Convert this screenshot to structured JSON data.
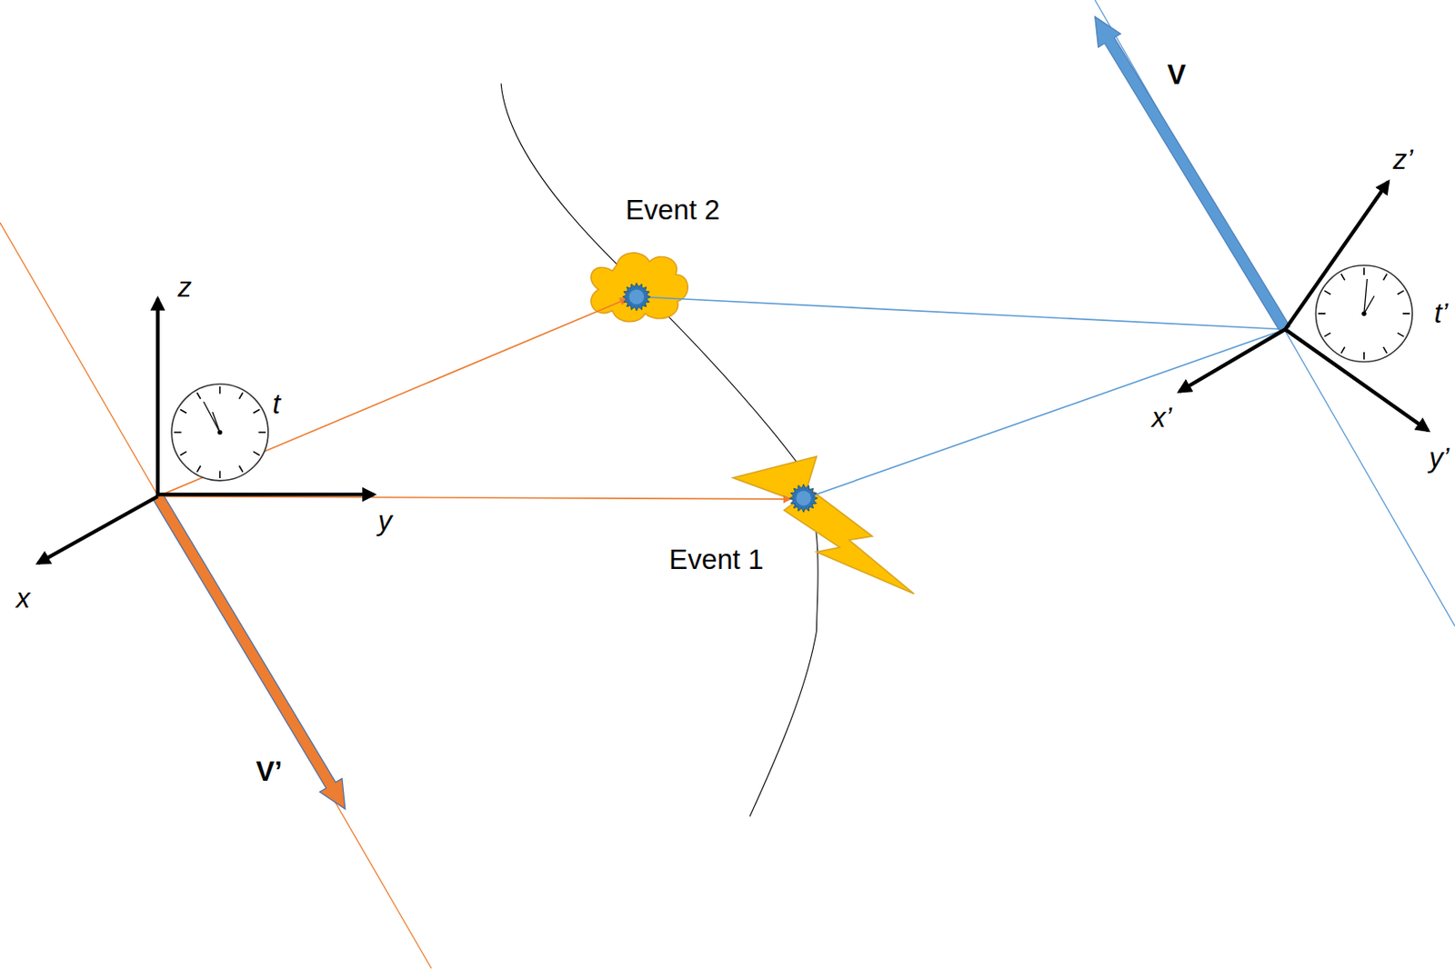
{
  "diagram": {
    "labels": [
      "V",
      "z’",
      "Event 2",
      "z",
      "t’",
      "t",
      "x’",
      "y’",
      "y",
      "x",
      "Event 1",
      "V’"
    ]
  }
}
